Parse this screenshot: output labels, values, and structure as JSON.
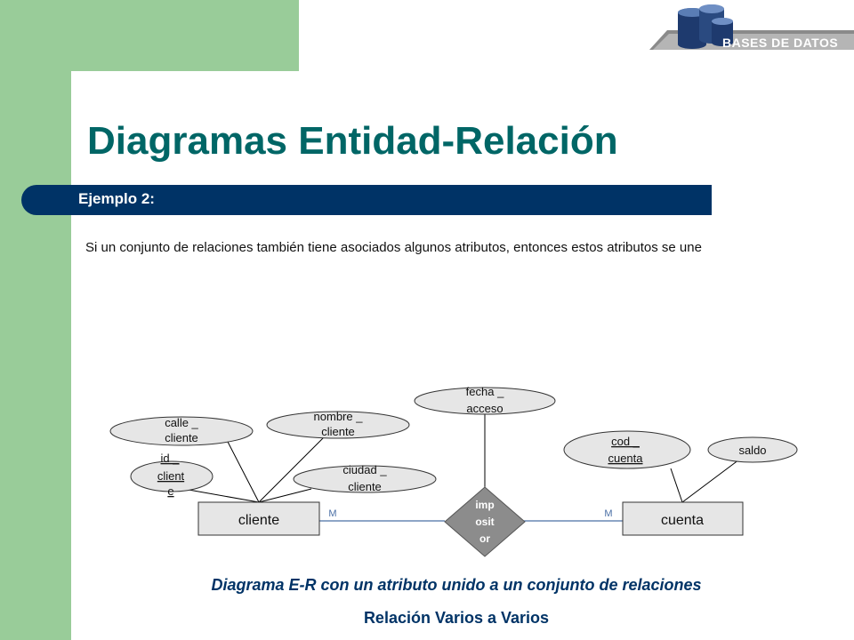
{
  "slide": {
    "title": "Diagramas Entidad-Relación",
    "band_label": "Ejemplo 2:",
    "intro_text": "Si un conjunto de relaciones también tiene asociados algunos atributos, entonces estos atributos se une",
    "logo_text": "BASES DE DATOS",
    "caption_main": "Diagrama E-R con un atributo unido a un conjunto de relaciones",
    "caption_sub": "Relación Varios a Varios"
  },
  "diagram": {
    "entities": {
      "cliente": "cliente",
      "cuenta": "cuenta"
    },
    "relationship_lines": [
      "imp",
      "osit",
      "or"
    ],
    "cardinality_left": "M",
    "cardinality_right": "M",
    "attributes": {
      "calle_cliente": [
        "calle _",
        "cliente"
      ],
      "nombre_cliente": [
        "nombre _",
        "cliente"
      ],
      "id_cliente": [
        "id _",
        "client",
        "e"
      ],
      "ciudad_cliente": [
        "ciudad _",
        "cliente"
      ],
      "fecha_acceso": [
        "fecha _",
        "acceso"
      ],
      "cod_cuenta": [
        "cod _",
        "cuenta"
      ],
      "saldo": [
        "saldo"
      ]
    }
  },
  "colors": {
    "title": "#006666",
    "band": "#003366",
    "side_green": "#99cc99",
    "shape_fill": "#e6e6e6",
    "diamond_fill": "#8c8c8c",
    "connector_blue": "#4a6fa5"
  }
}
